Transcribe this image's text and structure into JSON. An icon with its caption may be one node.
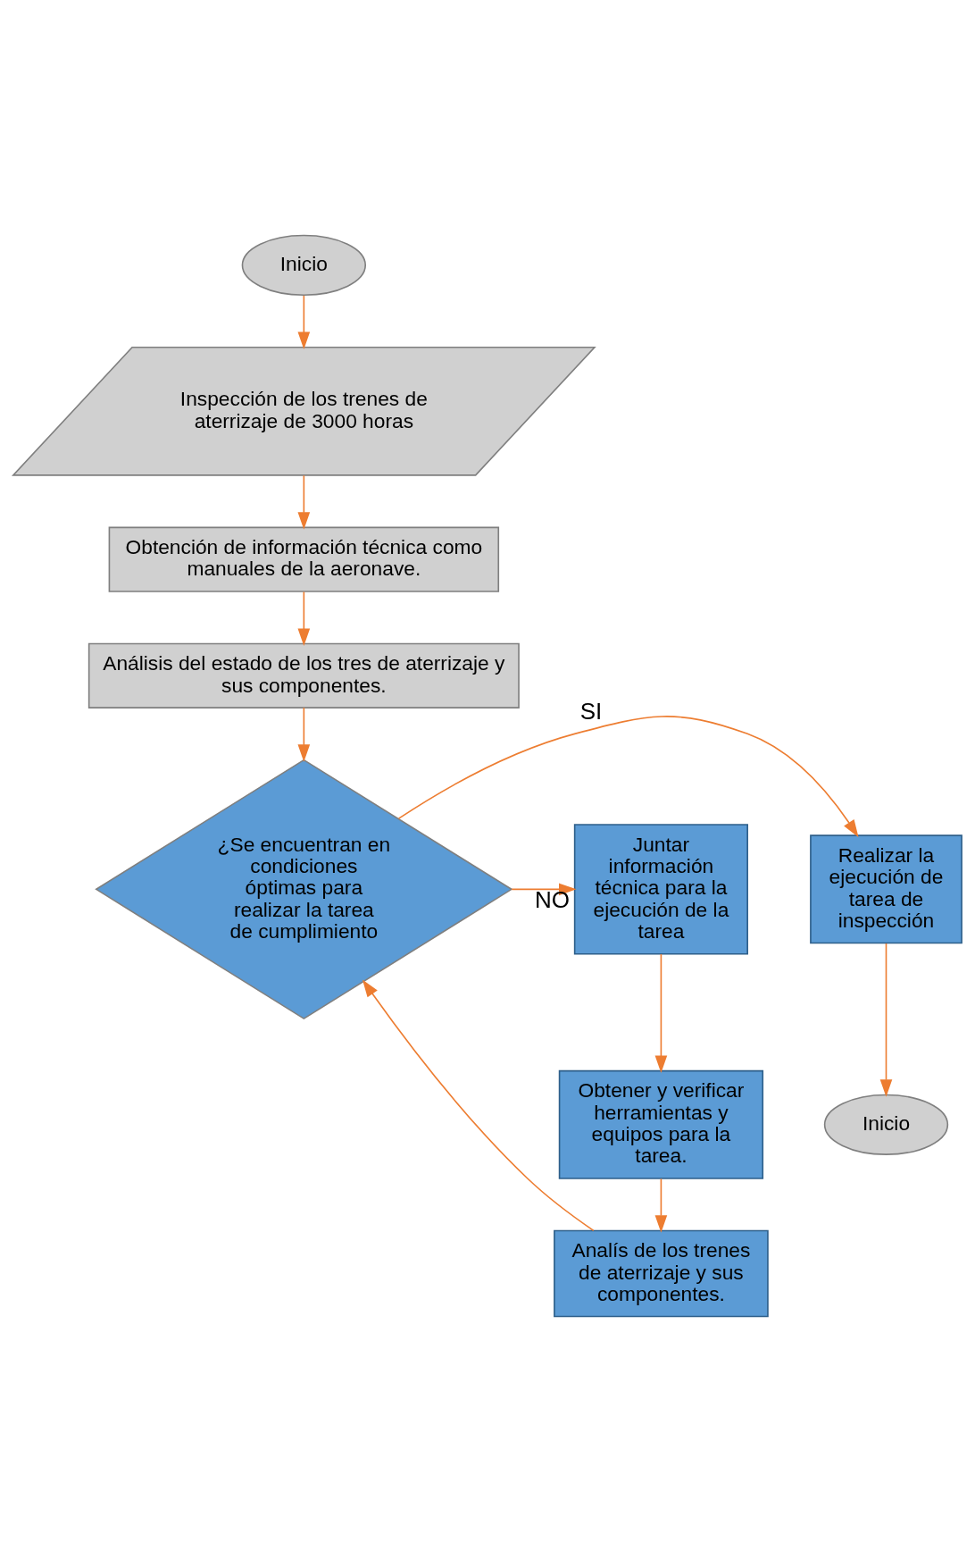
{
  "diagram": {
    "nodes": [
      {
        "text": [
          "Inicio"
        ]
      },
      {
        "text": [
          "Inspección de los trenes de aterrizaje de 3000 horas"
        ]
      },
      {
        "text": [
          "Obtención de información técnica como manuales de la aeronave."
        ]
      },
      {
        "text": [
          "Análisis del estado de los tres de aterrizaje y sus componentes."
        ]
      },
      {
        "text": [
          "¿Se encuentran en condiciones óptimas para realizar la tarea de cumplimiento"
        ]
      },
      {
        "text": [
          "Realizar la ejecución de tarea de inspección"
        ]
      },
      {
        "text": [
          "Inicio"
        ]
      },
      {
        "text": [
          "Juntar información técnica para la ejecución de la tarea"
        ]
      },
      {
        "text": [
          "Obtener y verificar herramientas y equipos para la tarea."
        ]
      },
      {
        "text": [
          "Analís de los trenes de aterrizaje y sus componentes."
        ]
      }
    ],
    "edges": [
      {
        "from": 0,
        "to": 1,
        "arrow": "to"
      },
      {
        "from": 1,
        "to": 2,
        "arrow": "to"
      },
      {
        "from": 2,
        "to": 3,
        "arrow": "to"
      },
      {
        "from": 3,
        "to": 4,
        "arrow": "to"
      },
      {
        "from": 4,
        "to": 5,
        "arrow": "to",
        "label": "SI"
      },
      {
        "from": 4,
        "to": 7,
        "arrow": "to",
        "label": "NO"
      },
      {
        "from": 5,
        "to": 6,
        "arrow": "to"
      },
      {
        "from": 7,
        "to": 8,
        "arrow": "to"
      },
      {
        "from": 8,
        "to": 9,
        "arrow": "to"
      },
      {
        "from": 9,
        "to": 4,
        "arrow": "to"
      }
    ]
  }
}
